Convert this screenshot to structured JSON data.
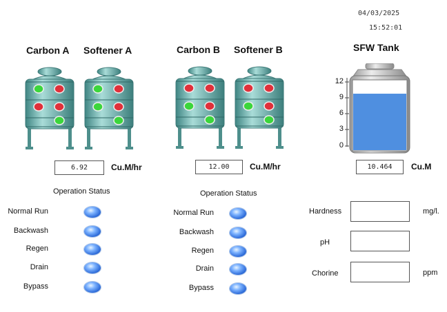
{
  "datetime": {
    "date": "04/03/2025",
    "time": "15:52:01"
  },
  "colors": {
    "led_green": "#3bd63b",
    "led_red": "#e0303a",
    "tank_teal": "#6fb6b4",
    "water_blue": "#4f8fe0",
    "status_blue": "#3f7fe8"
  },
  "units": [
    {
      "carbon_title": "Carbon A",
      "softener_title": "Softener A",
      "flow_value": "6.92",
      "flow_unit": "Cu.M/hr",
      "carbon_leds": [
        "green",
        "red",
        "red",
        "red",
        "green"
      ],
      "softener_leds": [
        "green",
        "red",
        "green",
        "red",
        "green"
      ],
      "status_title": "Operation Status",
      "status_items": [
        "Normal Run",
        "Backwash",
        "Regen",
        "Drain",
        "Bypass"
      ]
    },
    {
      "carbon_title": "Carbon B",
      "softener_title": "Softener B",
      "flow_value": "12.00",
      "flow_unit": "Cu.M/hr",
      "carbon_leds": [
        "red",
        "red",
        "green",
        "red",
        "green"
      ],
      "softener_leds": [
        "red",
        "red",
        "green",
        "red",
        "green"
      ],
      "status_title": "Operation Status",
      "status_items": [
        "Normal Run",
        "Backwash",
        "Regen",
        "Drain",
        "Bypass"
      ]
    }
  ],
  "sfw_tank": {
    "title": "SFW Tank",
    "level_value": "10.464",
    "level_unit": "Cu.M",
    "scale_ticks": [
      "12",
      "9",
      "6",
      "3",
      "0"
    ],
    "scale_max": 12,
    "level_numeric": 10.464
  },
  "quality": [
    {
      "label": "Hardness",
      "value": "",
      "unit": "mg/l."
    },
    {
      "label": "pH",
      "value": "",
      "unit": ""
    },
    {
      "label": "Chorine",
      "value": "",
      "unit": "ppm"
    }
  ]
}
